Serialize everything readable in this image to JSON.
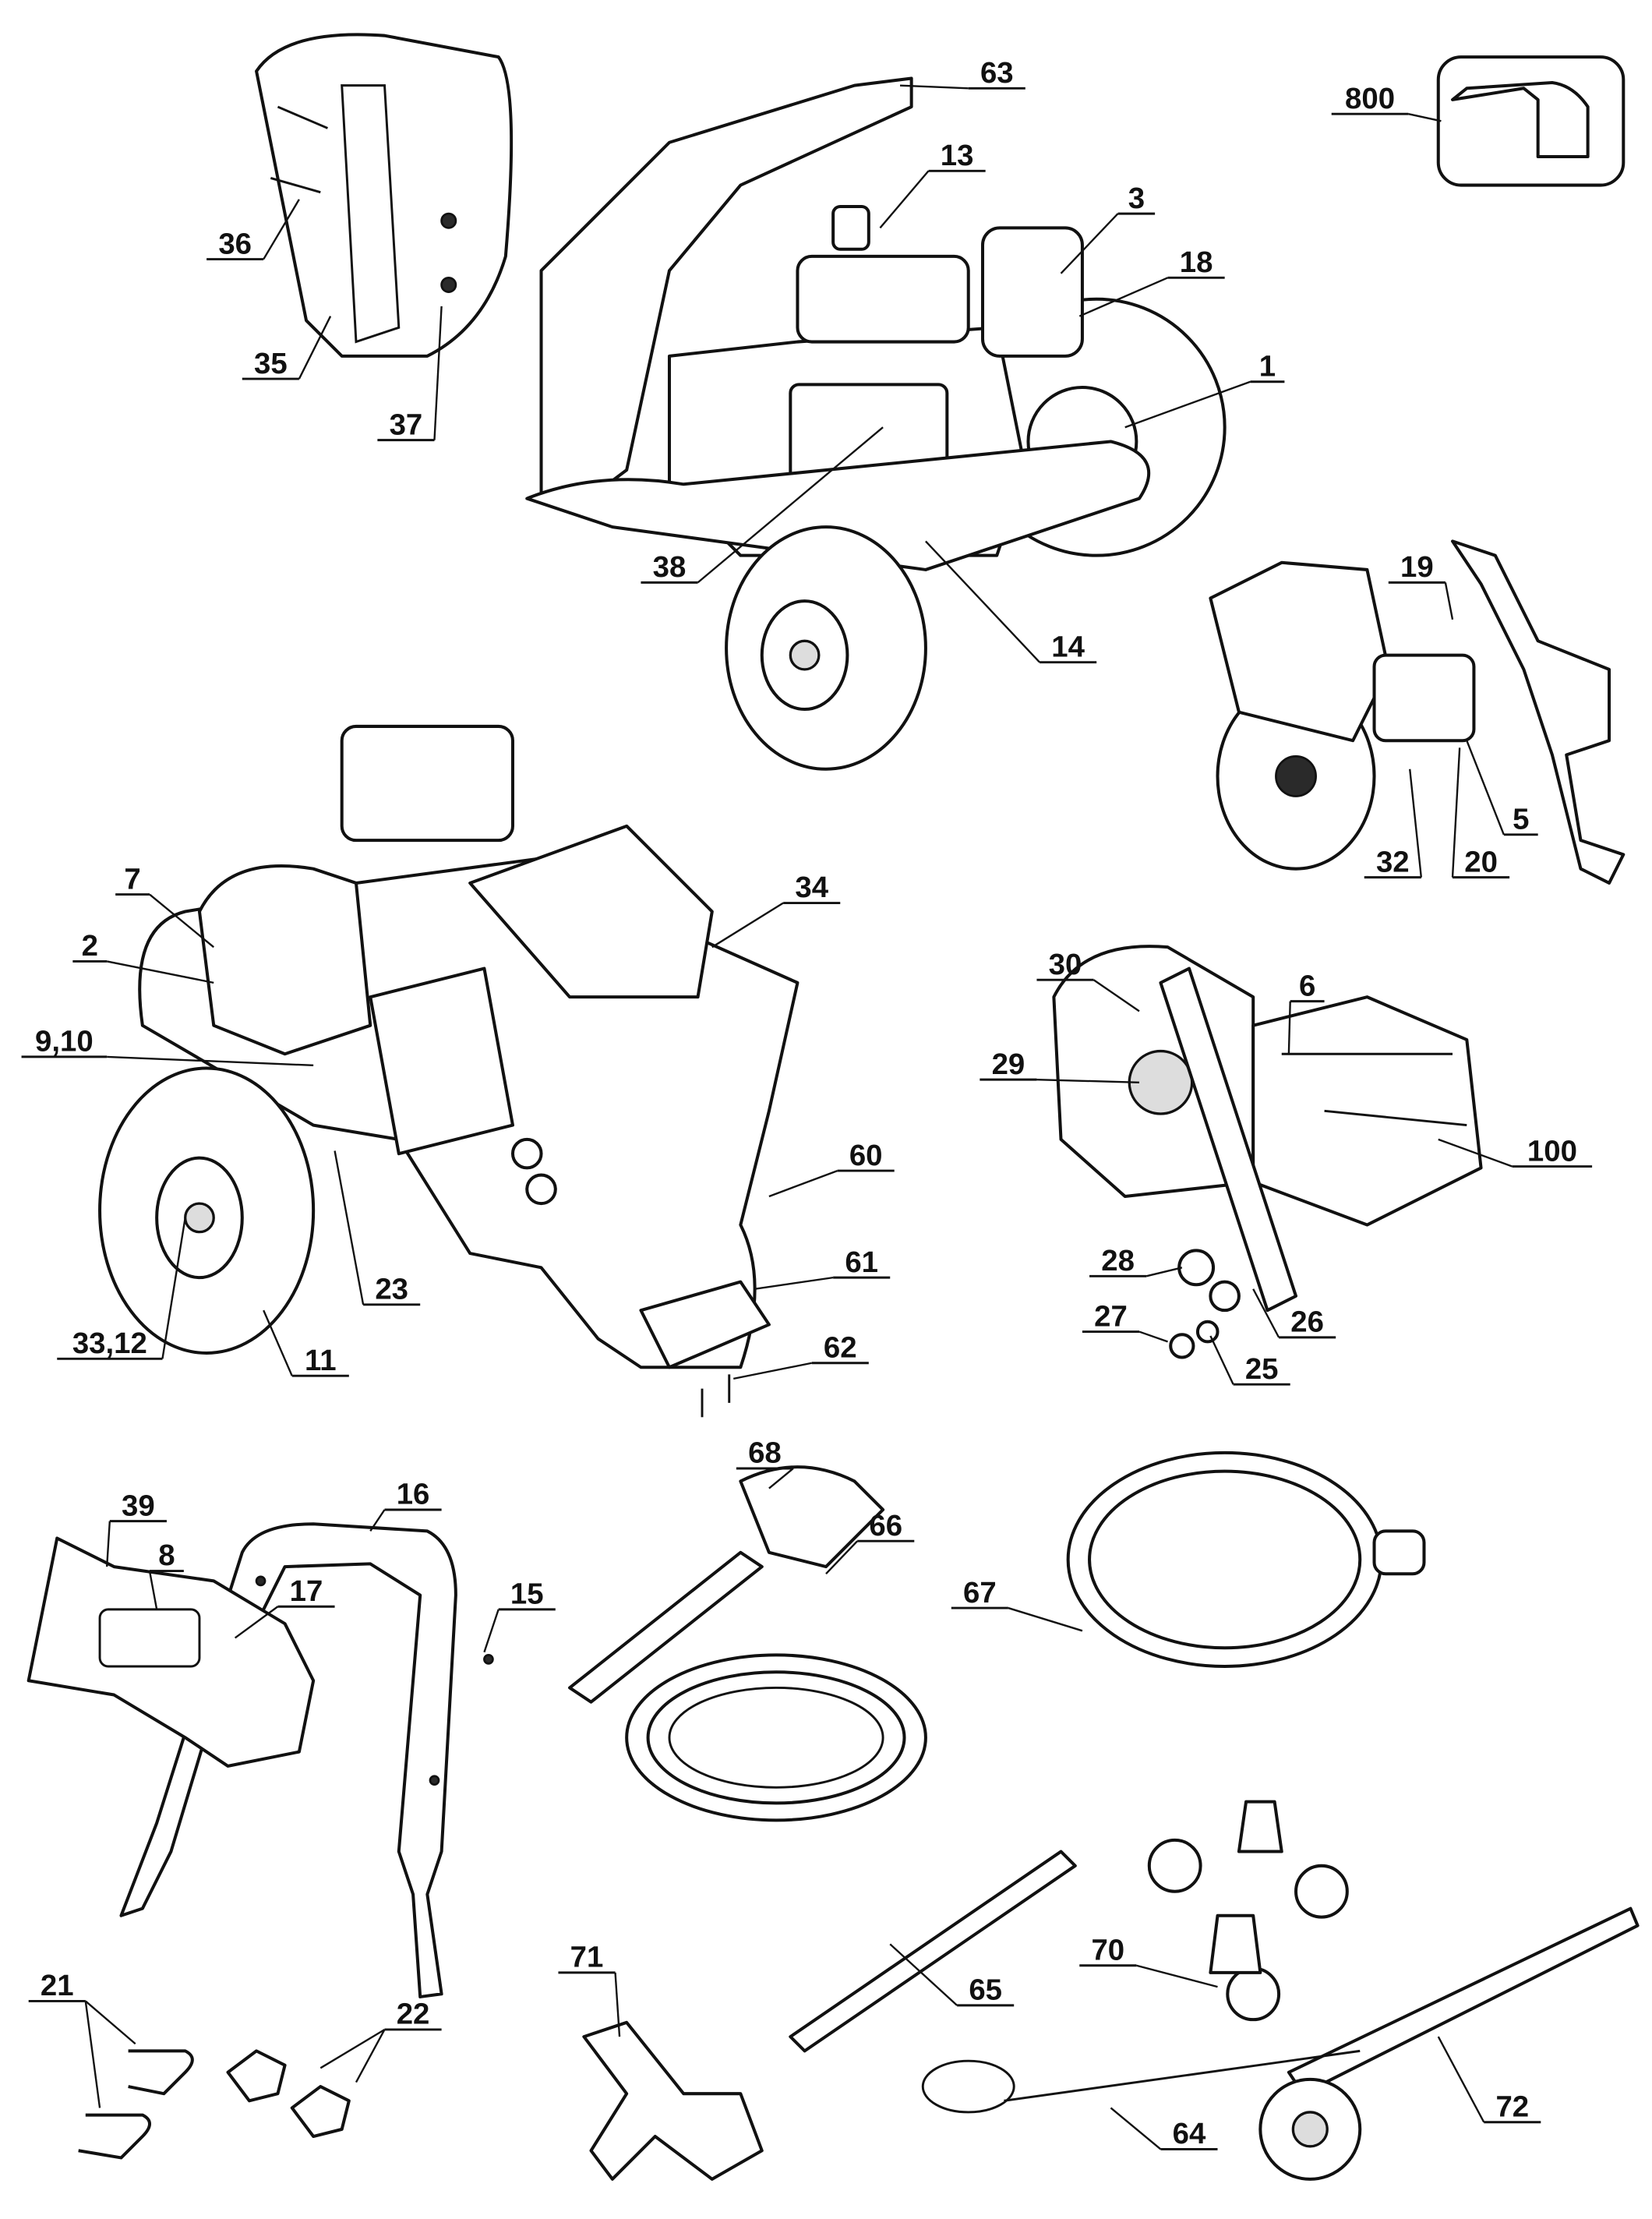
{
  "diagram": {
    "type": "exploded parts diagram",
    "labels": {
      "l63": "63",
      "l13": "13",
      "l3": "3",
      "l18": "18",
      "l1": "1",
      "l36": "36",
      "l35": "35",
      "l37": "37",
      "l38": "38",
      "l14": "14",
      "l800": "800",
      "l19": "19",
      "l5": "5",
      "l20": "20",
      "l32": "32",
      "l7": "7",
      "l2": "2",
      "l9_10": "9,10",
      "l34": "34",
      "l23": "23",
      "l33_12": "33,12",
      "l11": "11",
      "l60": "60",
      "l61": "61",
      "l62": "62",
      "l30": "30",
      "l6": "6",
      "l29": "29",
      "l100": "100",
      "l28": "28",
      "l26": "26",
      "l27": "27",
      "l25": "25",
      "l68": "68",
      "l67": "67",
      "l66": "66",
      "l16": "16",
      "l39": "39",
      "l8": "8",
      "l17": "17",
      "l15": "15",
      "l21": "21",
      "l22": "22",
      "l71": "71",
      "l65": "65",
      "l70": "70",
      "l64": "64",
      "l72": "72"
    }
  }
}
